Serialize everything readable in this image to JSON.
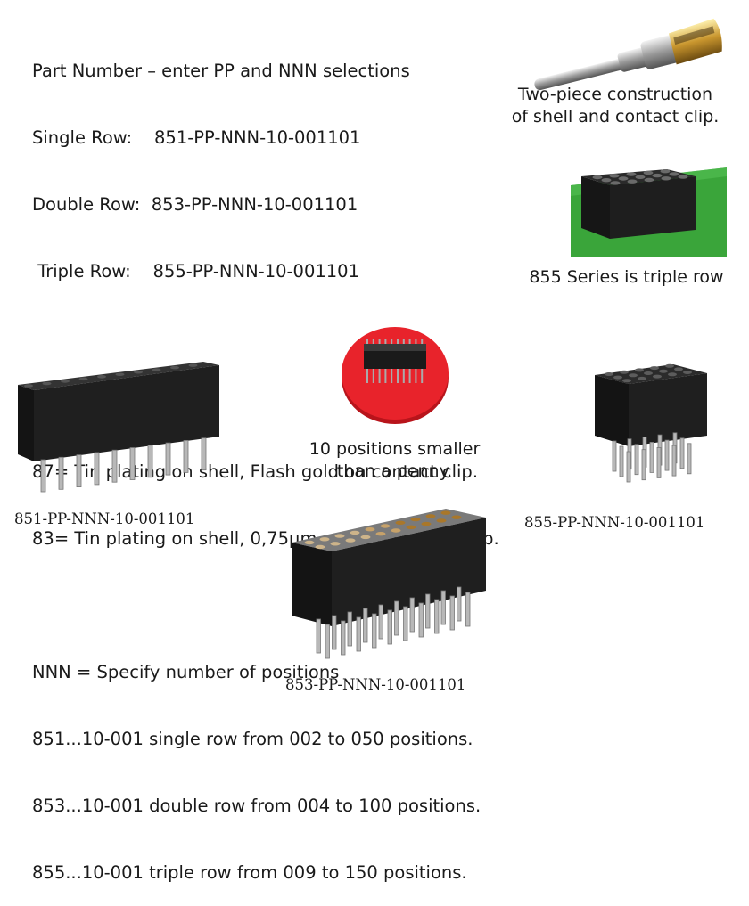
{
  "spec": {
    "part_number_title": "Part Number – enter PP and NNN selections",
    "rows": [
      {
        "label": "Single Row:",
        "code": "851-PP-NNN-10-001101"
      },
      {
        "label": "Double Row:",
        "code": "853-PP-NNN-10-001101"
      },
      {
        "label": "Triple Row:",
        "code": "855-PP-NNN-10-001101"
      }
    ],
    "pp_title": "PP = Select plating",
    "pp_options": [
      "87= Tin plating on shell, Flash gold on contact clip.",
      "83= Tin plating on shell, 0,75µm gold on contact clip."
    ],
    "nnn_title": "NNN = Specify number of positions",
    "nnn_options": [
      "851...10-001 single row from 002 to 050 positions.",
      "853...10-001 double row from 004 to 100 positions.",
      "855...10-001 triple row from 009 to 150 positions."
    ]
  },
  "captions": {
    "contact_line1": "Two-piece construction",
    "contact_line2": "of shell and contact clip.",
    "triple_row": "855 Series is triple row",
    "penny_line1": "10 positions smaller",
    "penny_line2": "than a penny.",
    "part_851": "851-PP-NNN-10-001101",
    "part_853": "853-PP-NNN-10-001101",
    "part_855": "855-PP-NNN-10-001101"
  },
  "colors": {
    "housing": "#1e1e1e",
    "pcb_green": "#3aa53a",
    "penny_red": "#e8232b",
    "gold": "#c9962e"
  }
}
